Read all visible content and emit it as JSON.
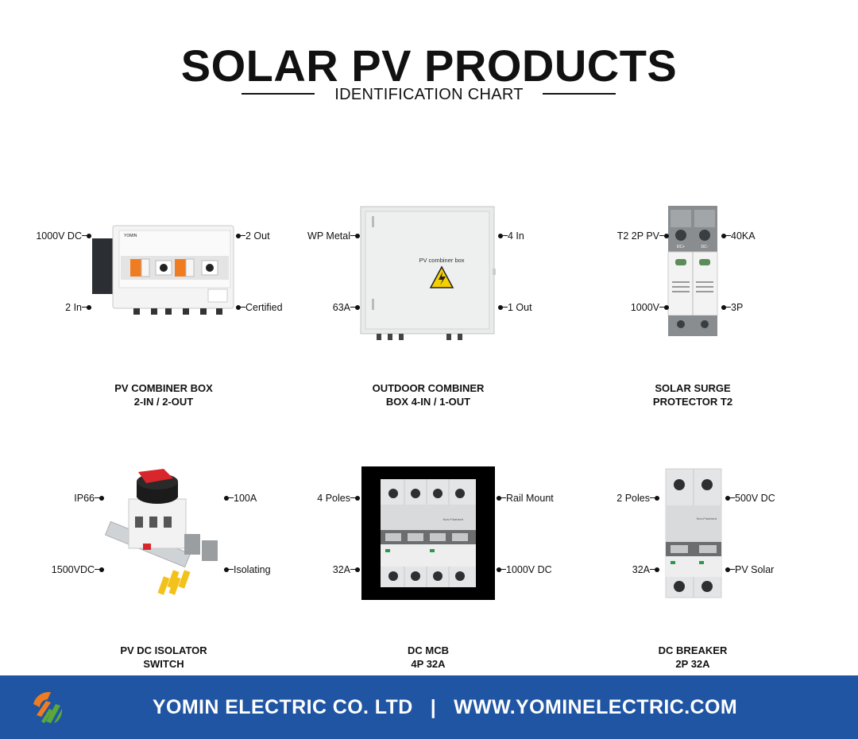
{
  "header": {
    "title": "SOLAR PV PRODUCTS",
    "subtitle": "IDENTIFICATION CHART"
  },
  "products": [
    {
      "caption_line1": "PV COMBINER BOX",
      "caption_line2": "2-IN / 2-OUT",
      "device_brand": "YOMIN",
      "callouts": {
        "top_left": "1000V DC",
        "bottom_left": "2 In",
        "top_right": "2 Out",
        "bottom_right": "Certified"
      }
    },
    {
      "caption_line1": "OUTDOOR COMBINER",
      "caption_line2": "BOX 4-IN / 1-OUT",
      "device_label": "PV combiner box",
      "callouts": {
        "top_left": "WP Metal",
        "bottom_left": "63A",
        "top_right": "4 In",
        "bottom_right": "1 Out"
      }
    },
    {
      "caption_line1": "SOLAR SURGE",
      "caption_line2": "PROTECTOR T2",
      "device_terminals": [
        "DC+",
        "DC-"
      ],
      "callouts": {
        "top_left": "T2 2P PV",
        "bottom_left": "1000V",
        "top_right": "40KA",
        "bottom_right": "3P"
      }
    },
    {
      "caption_line1": "PV DC ISOLATOR",
      "caption_line2": "SWITCH",
      "callouts": {
        "top_left": "IP66",
        "bottom_left": "1500VDC",
        "top_right": "100A",
        "bottom_right": "Isolating"
      }
    },
    {
      "caption_line1": "DC MCB",
      "caption_line2": "4P 32A",
      "device_text": "Non-Polarised",
      "callouts": {
        "top_left": "4 Poles",
        "bottom_left": "32A",
        "top_right": "Rail Mount",
        "bottom_right": "1000V DC"
      }
    },
    {
      "caption_line1": "DC BREAKER",
      "caption_line2": "2P 32A",
      "device_text": "Non-Polarised",
      "callouts": {
        "top_left": "2 Poles",
        "bottom_left": "32A",
        "top_right": "500V DC",
        "bottom_right": "PV Solar"
      }
    }
  ],
  "footer": {
    "company": "YOMIN ELECTRIC CO. LTD",
    "separator": "|",
    "website": "WWW.YOMINELECTRIC.COM",
    "logo_icon": "yomin-logo-icon"
  },
  "colors": {
    "footer_bg": "#1f55a3",
    "accent_orange": "#f07c22",
    "logo_green": "#5aa83a",
    "switch_red": "#d8262c",
    "terminal_yellow": "#f2c21b"
  }
}
